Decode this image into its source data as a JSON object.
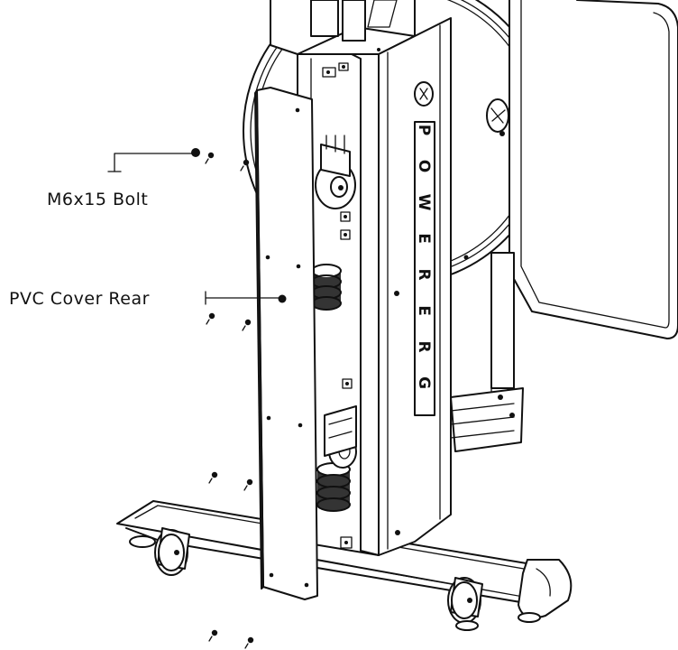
{
  "callouts": {
    "bolt": {
      "label": "M6x15 Bolt"
    },
    "cover": {
      "label": "PVC Cover Rear"
    }
  },
  "brand": {
    "letters": [
      "P",
      "O",
      "W",
      "E",
      "R",
      "E",
      "R",
      "G"
    ]
  },
  "colors": {
    "line": "#111111",
    "fill": "#ffffff"
  }
}
